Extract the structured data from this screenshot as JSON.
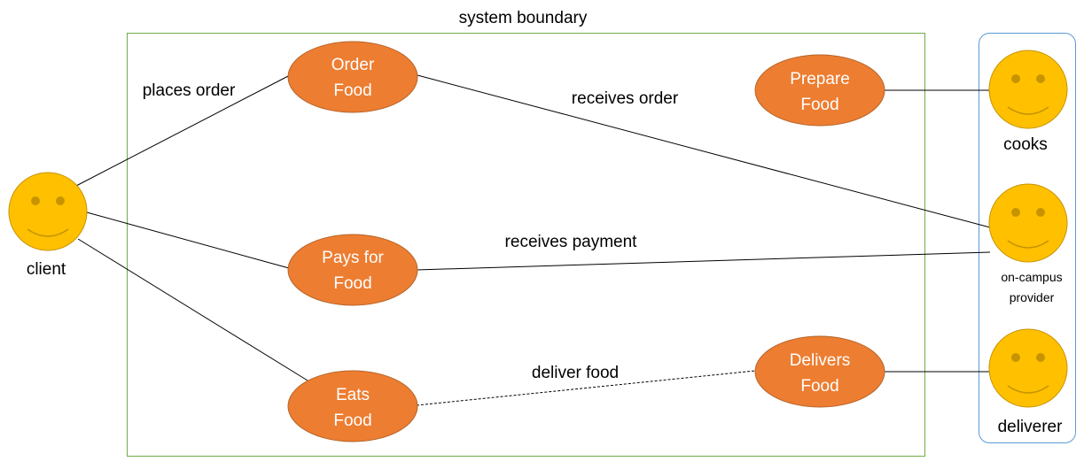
{
  "diagram": {
    "boundary_label": "system boundary",
    "actors": {
      "client": "client",
      "cooks": "cooks",
      "provider_line1": "on-campus",
      "provider_line2": "provider",
      "deliverer": "deliverer"
    },
    "use_cases": {
      "order_food": [
        "Order",
        "Food"
      ],
      "pays_for_food": [
        "Pays for",
        "Food"
      ],
      "eats_food": [
        "Eats",
        "Food"
      ],
      "prepare_food": [
        "Prepare",
        "Food"
      ],
      "delivers_food": [
        "Delivers",
        "Food"
      ]
    },
    "relations": {
      "places_order": "places order",
      "receives_order": "receives order",
      "receives_payment": "receives payment",
      "deliver_food": "deliver food"
    },
    "colors": {
      "use_case_fill": "#ED7D31",
      "use_case_stroke": "#B4652A",
      "actor_face": "#FFC000",
      "actor_stroke": "#C79400",
      "boundary": "#70AD47",
      "actor_group": "#5B9BD5"
    }
  }
}
